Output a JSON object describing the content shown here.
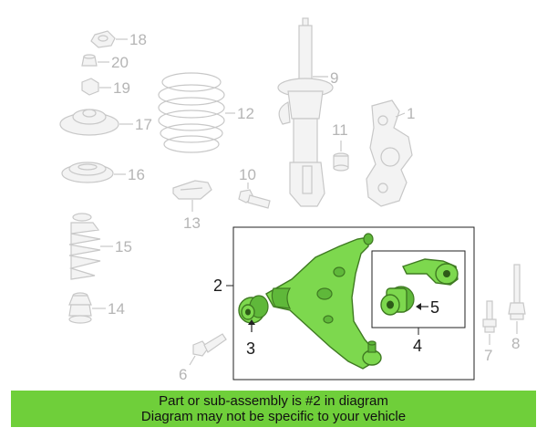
{
  "diagram": {
    "callouts": {
      "c1": "1",
      "c2": "2",
      "c3": "3",
      "c4": "4",
      "c5": "5",
      "c6": "6",
      "c7": "7",
      "c8": "8",
      "c9": "9",
      "c10": "10",
      "c11": "11",
      "c12": "12",
      "c13": "13",
      "c14": "14",
      "c15": "15",
      "c16": "16",
      "c17": "17",
      "c18": "18",
      "c19": "19",
      "c20": "20"
    },
    "highlight_color": "#7dd84e",
    "faded_color": "#c8c8c8"
  },
  "banner": {
    "line1": "Part or sub-assembly is #2 in diagram",
    "line2": "Diagram may not be specific to your vehicle",
    "background": "#6fcf3a"
  }
}
